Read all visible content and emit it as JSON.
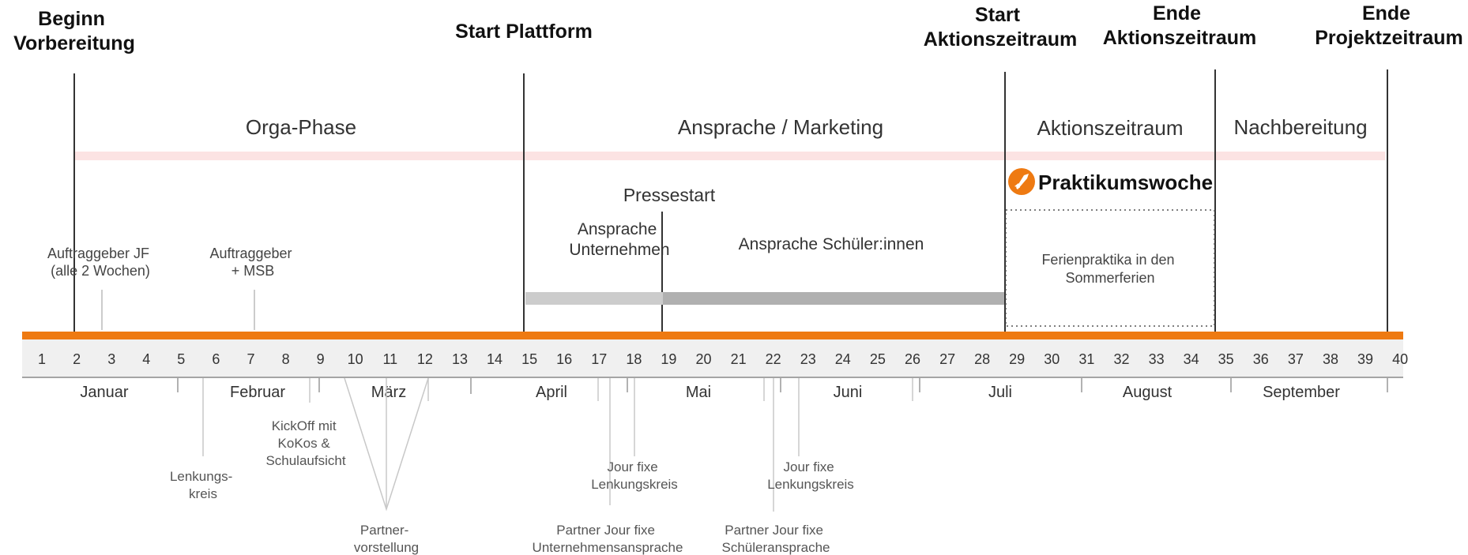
{
  "milestones": [
    {
      "lines": [
        "Beginn",
        "Vorbereitung"
      ]
    },
    {
      "lines": [
        "Start Plattform"
      ]
    },
    {
      "lines": [
        "Start",
        "Aktionszeitraum"
      ]
    },
    {
      "lines": [
        "Ende",
        "Aktionszeitraum"
      ]
    },
    {
      "lines": [
        "Ende",
        "Projektzeitraum"
      ]
    }
  ],
  "phases": [
    {
      "label": "Orga-Phase"
    },
    {
      "label": "Ansprache / Marketing"
    },
    {
      "label": "Aktionszeitraum"
    },
    {
      "label": "Nachbereitung"
    }
  ],
  "logo": {
    "text": "Praktikumswoche"
  },
  "pressestart": "Pressestart",
  "ansprache": {
    "unternehmen": [
      "Ansprache",
      "Unternehmen"
    ],
    "schueler": "Ansprache Schüler:innen"
  },
  "ferien": [
    "Ferienpraktika in den",
    "Sommerferien"
  ],
  "meetings_above": [
    {
      "lines": [
        "Auftraggeber JF",
        "(alle 2 Wochen)"
      ]
    },
    {
      "lines": [
        "Auftraggeber",
        "+ MSB"
      ]
    }
  ],
  "weeks": [
    "1",
    "2",
    "3",
    "4",
    "5",
    "6",
    "7",
    "8",
    "9",
    "10",
    "11",
    "12",
    "13",
    "14",
    "15",
    "16",
    "17",
    "18",
    "19",
    "20",
    "21",
    "22",
    "23",
    "24",
    "25",
    "26",
    "27",
    "28",
    "29",
    "30",
    "31",
    "32",
    "33",
    "34",
    "35",
    "36",
    "37",
    "38",
    "39",
    "40"
  ],
  "months": [
    "Januar",
    "Februar",
    "März",
    "April",
    "Mai",
    "Juni",
    "Juli",
    "August",
    "September"
  ],
  "meetings_below": [
    {
      "lines": [
        "Lenkungs-",
        "kreis"
      ]
    },
    {
      "lines": [
        "KickOff mit",
        "KoKos &",
        "Schulaufsicht"
      ]
    },
    {
      "lines": [
        "Partner-",
        "vorstellung"
      ]
    },
    {
      "lines": [
        "Jour fixe",
        "Lenkungskreis"
      ]
    },
    {
      "lines": [
        "Partner Jour fixe",
        "Unternehmensansprache"
      ]
    },
    {
      "lines": [
        "Jour fixe",
        "Lenkungskreis"
      ]
    },
    {
      "lines": [
        "Partner Jour fixe",
        "Schüleransprache"
      ]
    }
  ],
  "colors": {
    "timeline": "#ee7a12",
    "phase_band": "#fce3e3",
    "week_bg": "#f0f0f0",
    "bar_light": "#cccccc",
    "bar_dark": "#b0b0b0"
  }
}
